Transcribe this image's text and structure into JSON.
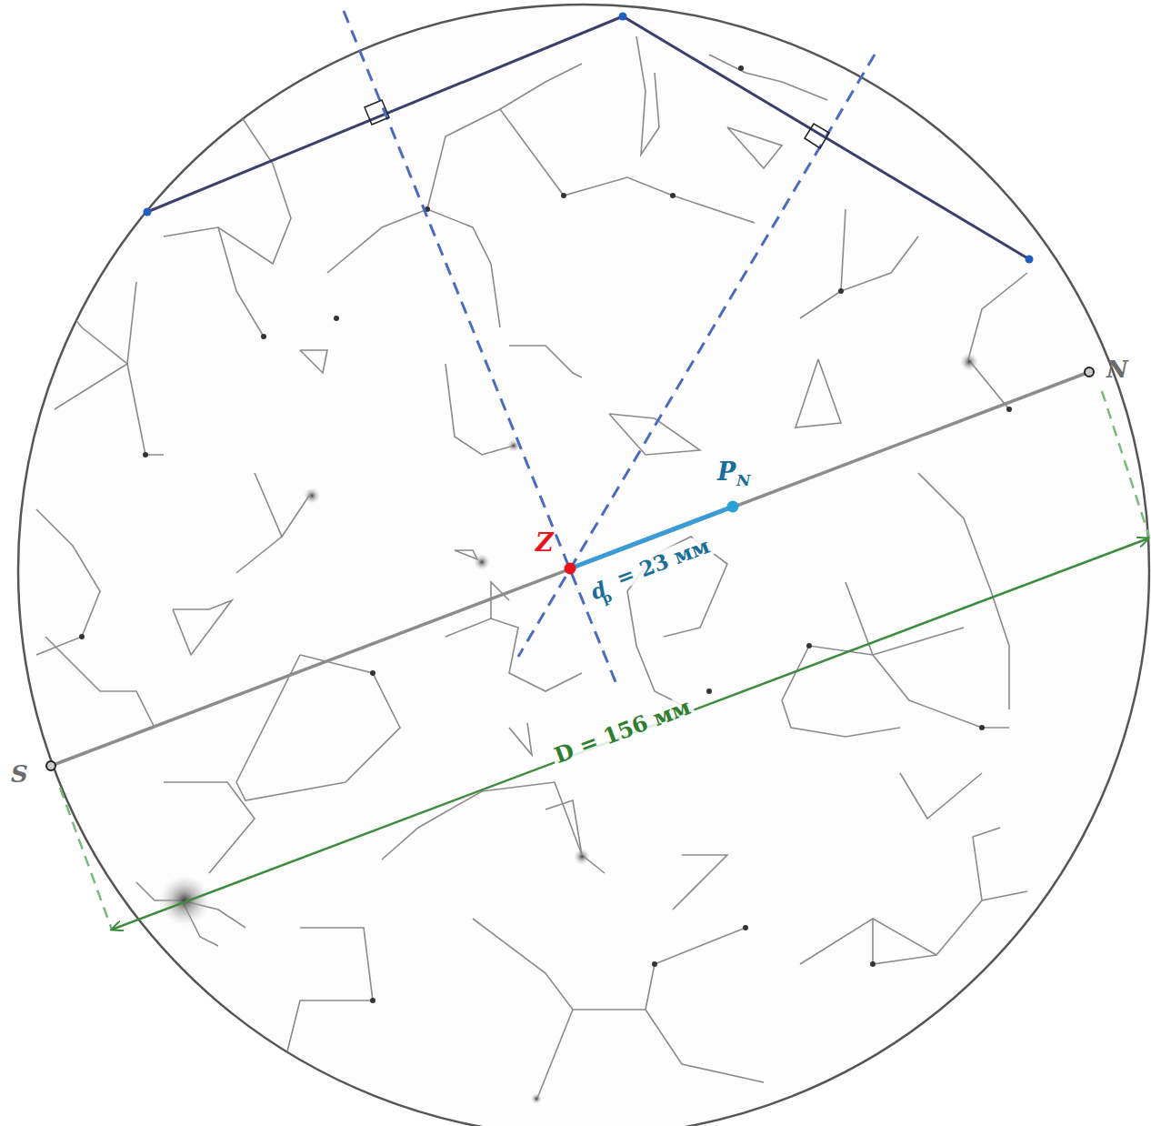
{
  "diagram": {
    "labels": [
      "N",
      "S",
      "Z",
      "P",
      "N",
      "d",
      "p",
      "= 23 мм",
      "D = 156 мм"
    ]
  }
}
